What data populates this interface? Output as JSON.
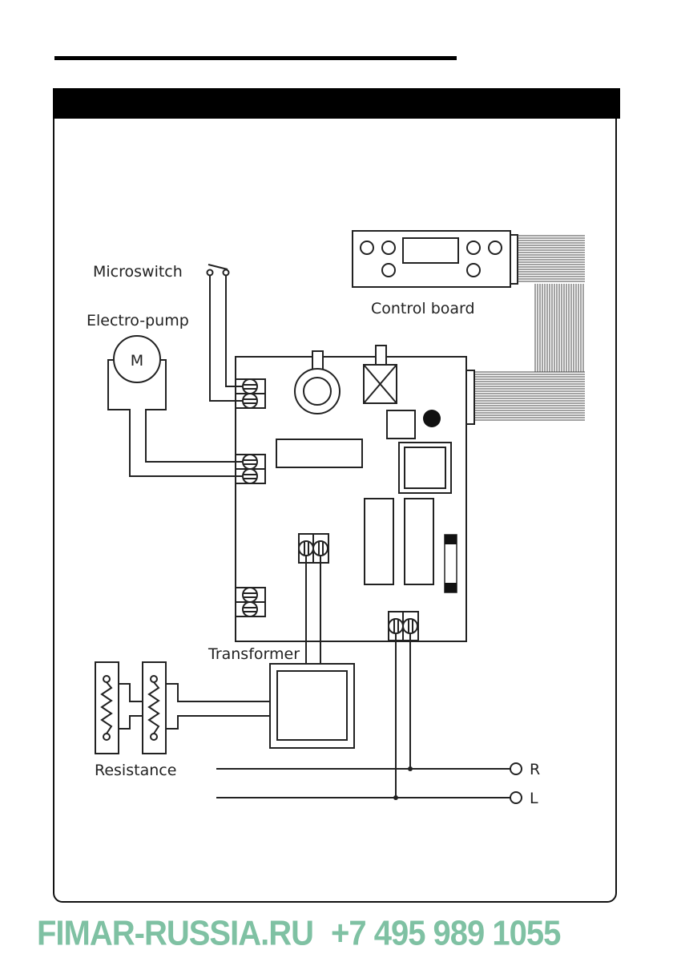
{
  "header": {
    "title_bar_text": ""
  },
  "diagram": {
    "title": "Wiring diagram",
    "labels": {
      "microswitch": "Microswitch",
      "electro_pump": "Electro-pump",
      "motor_symbol": "M",
      "control_board": "Control board",
      "transformer": "Transformer",
      "resistance": "Resistance",
      "terminal_r": "R",
      "terminal_l": "L"
    },
    "components": [
      {
        "id": "microswitch",
        "type": "switch"
      },
      {
        "id": "electro-pump",
        "type": "motor"
      },
      {
        "id": "control-board",
        "type": "display-panel",
        "buttons": 6
      },
      {
        "id": "main-board",
        "type": "pcb"
      },
      {
        "id": "transformer",
        "type": "transformer"
      },
      {
        "id": "resistance",
        "type": "heating-elements",
        "count": 2
      },
      {
        "id": "power-supply",
        "type": "terminals",
        "lines": [
          "R",
          "L"
        ]
      }
    ]
  },
  "footer": {
    "site": "FIMAR-RUSSIA.RU",
    "phone": "+7 495 989 1055",
    "color": "#7fc1a3"
  }
}
